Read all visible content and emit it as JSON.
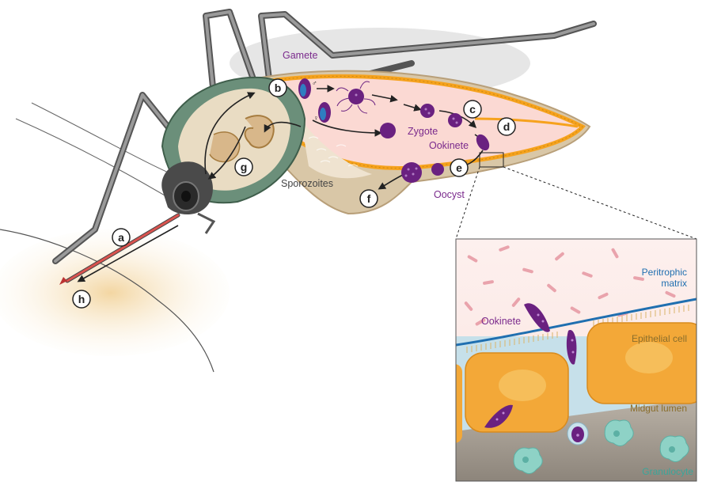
{
  "labels": {
    "gamete": "Gamete",
    "zygote": "Zygote",
    "ookinete": "Ookinete",
    "oocyst": "Oocyst",
    "sporozoites": "Sporozoites"
  },
  "steps": {
    "a": "a",
    "b": "b",
    "c": "c",
    "d": "d",
    "e": "e",
    "f": "f",
    "g": "g",
    "h": "h"
  },
  "inset": {
    "peritrophic_line1": "Peritrophic",
    "peritrophic_line2": "matrix",
    "epithelial_cell": "Epithelial cell",
    "midgut_lumen": "Midgut lumen",
    "ookinete": "Ookinete",
    "granulocyte": "Granulocyte"
  },
  "colors": {
    "parasite": "#6a2180",
    "gut_outline": "#f6a21d",
    "skin": "#f6ddb0",
    "body": "#cdb895",
    "thorax": "#6b8f7a",
    "peritrophic": "#1f6fb0",
    "epithelium": "#f3a838",
    "hemolymph": "#c6e0ea",
    "granulocyte": "#8ed2c6"
  }
}
